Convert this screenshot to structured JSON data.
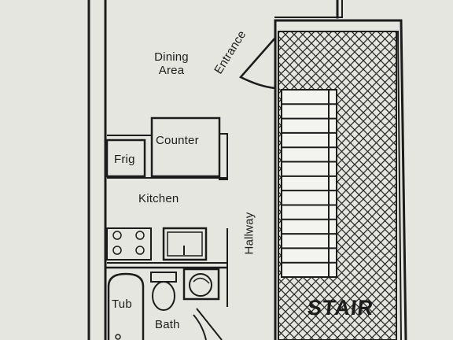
{
  "labels": {
    "dining_line1": "Dining",
    "dining_line2": "Area",
    "counter": "Counter",
    "frig": "Frig",
    "kitchen": "Kitchen",
    "tub": "Tub",
    "bath": "Bath",
    "entrance": "Entrance",
    "hallway": "Hallway",
    "stair": "STAIR"
  },
  "colors": {
    "paper": "#e6e6e1",
    "ink": "#1c1c1c"
  },
  "stair": {
    "tread_count": 13
  }
}
